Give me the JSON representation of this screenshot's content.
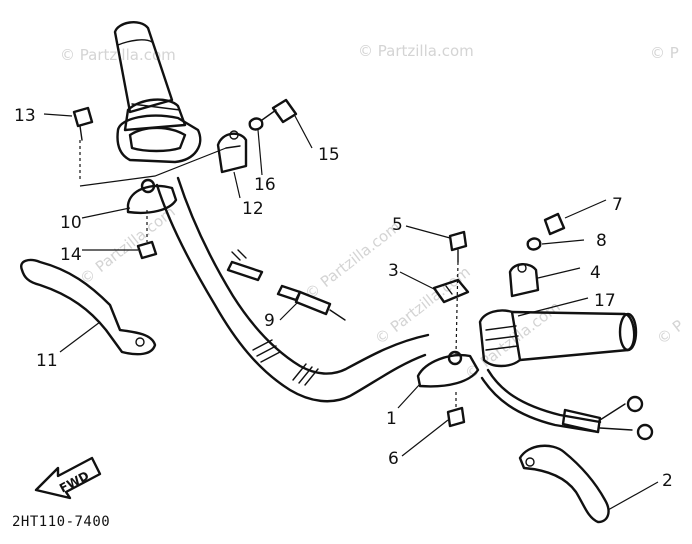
{
  "watermarks": [
    "© Partzilla.com",
    "© Partzilla.com",
    "© P",
    "© Partzilla.com",
    "© Partzilla.com",
    "© Partzilla.com",
    "© Partzilla.com",
    "© P"
  ],
  "callouts": {
    "p1": "1",
    "p2": "2",
    "p3": "3",
    "p4": "4",
    "p5": "5",
    "p6": "6",
    "p7": "7",
    "p8": "8",
    "p9": "9",
    "p10": "10",
    "p11": "11",
    "p12": "12",
    "p13": "13",
    "p14": "14",
    "p15": "15",
    "p16": "16",
    "p17": "17"
  },
  "direction_label": "FWD",
  "diagram_code": "2HT110-7400"
}
